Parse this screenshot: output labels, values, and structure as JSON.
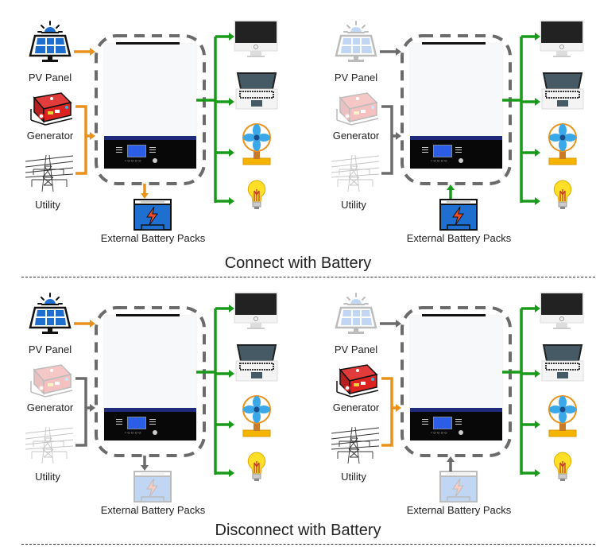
{
  "labels": {
    "pv_panel": "PV Panel",
    "generator": "Generator",
    "utility": "Utility",
    "battery": "External Battery Packs"
  },
  "sections": [
    {
      "title": "Connect with Battery"
    },
    {
      "title": "Disconnect with Battery"
    }
  ],
  "colors": {
    "active_input": "#e8921c",
    "inactive": "#6b6b6b",
    "output": "#1a9a1a",
    "inverter_band": "#1f2a7a",
    "solar_blue": "#1f6fd1"
  },
  "panels": [
    {
      "name": "connect-charging",
      "pv_active": true,
      "grid_active": true,
      "generator_faded": false,
      "utility_faded": false,
      "pv_faded": false,
      "battery_faded": false,
      "battery_flow": "charge",
      "battery_arrow_active": true
    },
    {
      "name": "connect-discharging",
      "pv_active": false,
      "grid_active": false,
      "generator_faded": true,
      "utility_faded": true,
      "pv_faded": true,
      "battery_faded": false,
      "battery_flow": "discharge",
      "battery_arrow_active": true
    },
    {
      "name": "disconnect-pv",
      "pv_active": true,
      "grid_active": false,
      "generator_faded": true,
      "utility_faded": true,
      "pv_faded": false,
      "battery_faded": true,
      "battery_flow": "charge",
      "battery_arrow_active": false
    },
    {
      "name": "disconnect-grid",
      "pv_active": false,
      "grid_active": true,
      "generator_faded": false,
      "utility_faded": false,
      "pv_faded": true,
      "battery_faded": true,
      "battery_flow": "discharge",
      "battery_arrow_active": false
    }
  ],
  "loads": [
    "monitor-icon",
    "laptop-icon",
    "fan-icon",
    "lightbulb-icon"
  ]
}
